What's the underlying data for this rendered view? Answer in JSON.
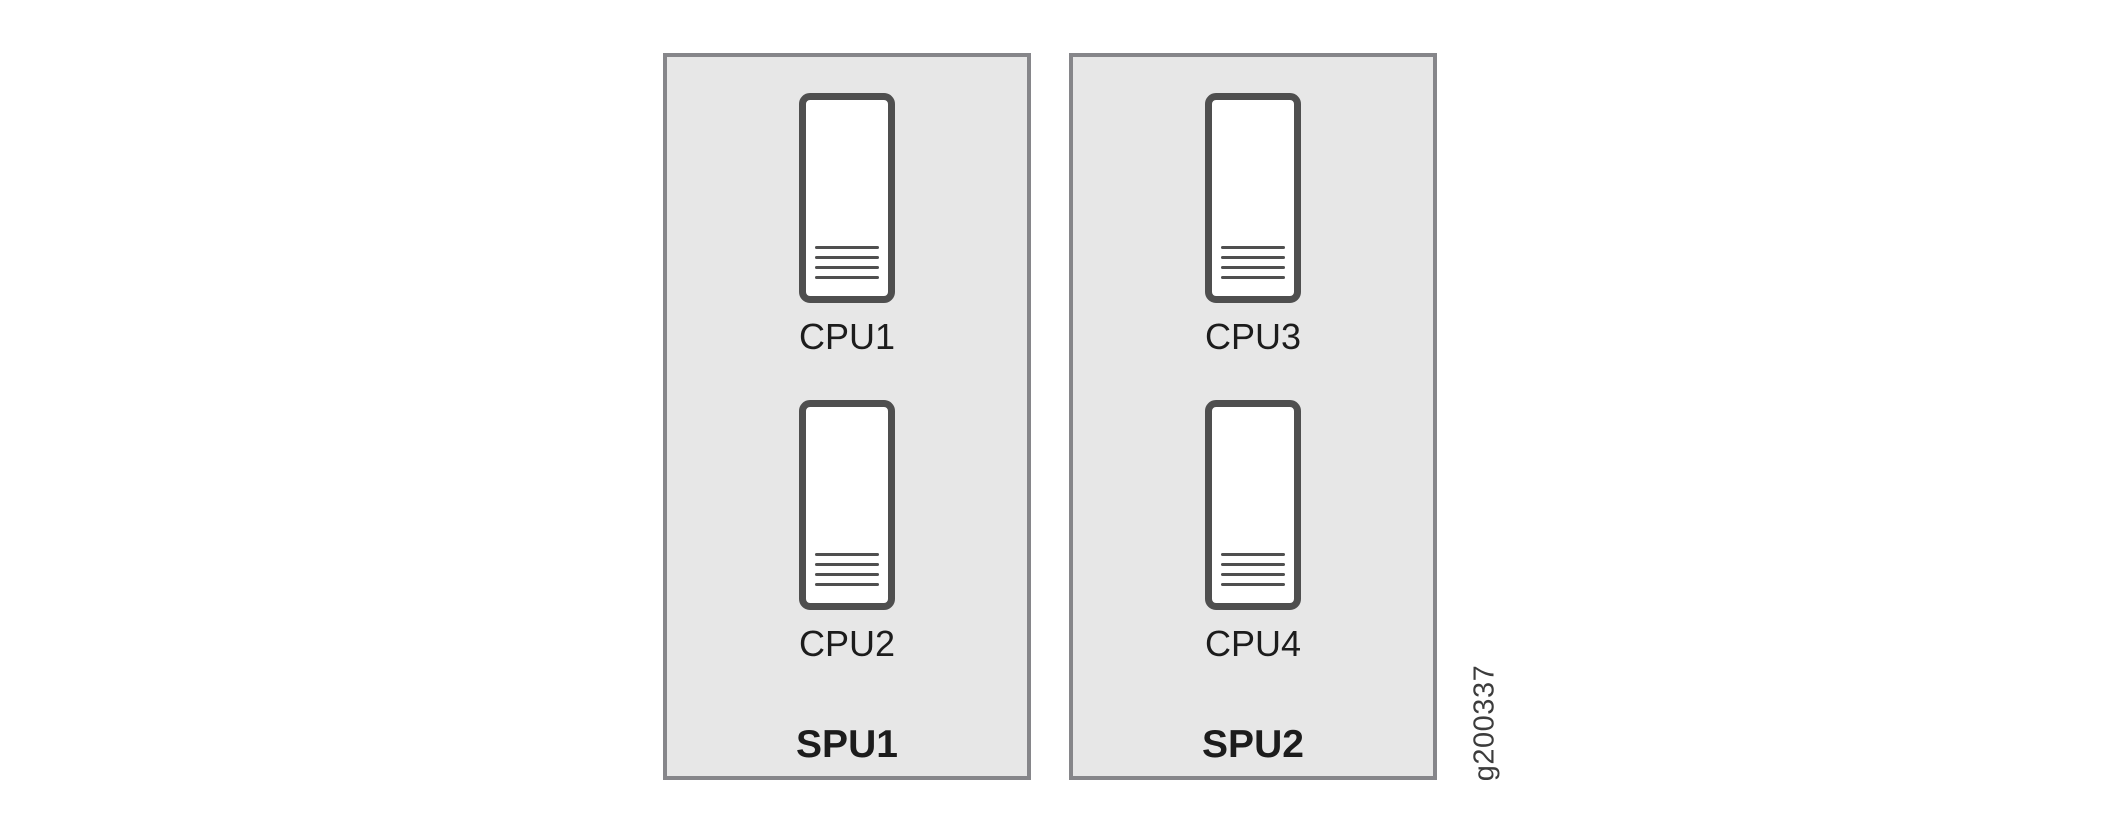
{
  "figure": {
    "figure_id": "g200337",
    "panels": [
      {
        "label": "SPU1",
        "cpus": [
          "CPU1",
          "CPU2"
        ]
      },
      {
        "label": "SPU2",
        "cpus": [
          "CPU3",
          "CPU4"
        ]
      }
    ],
    "icons": {
      "chip": "cpu-chip-icon",
      "chip_detail": "vent-lines"
    },
    "colors": {
      "panel_fill": "#e7e7e7",
      "panel_border": "#86868a",
      "chip_outline": "#4f4f4f",
      "chip_fill": "#ffffff",
      "label_text": "#1c1c1c",
      "figure_id_text": "#3c3c3c",
      "page_background": "#ffffff"
    }
  }
}
